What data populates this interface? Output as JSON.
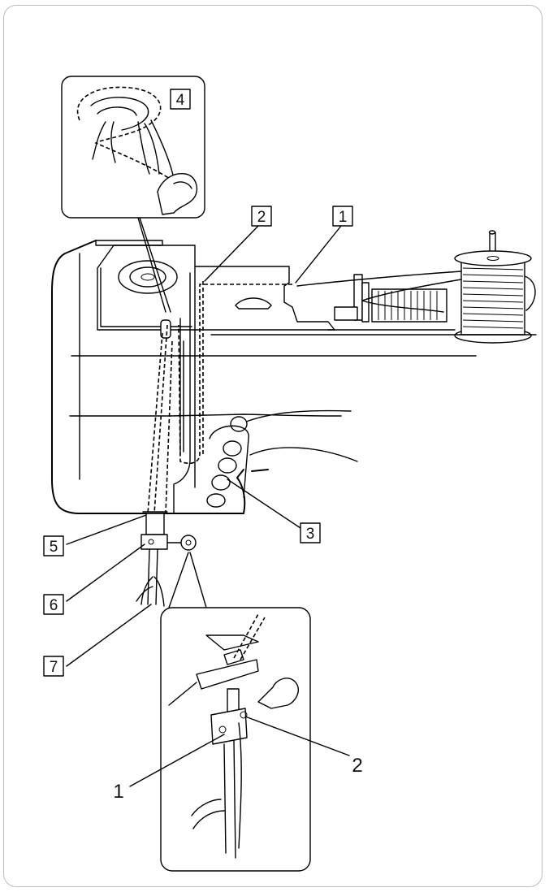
{
  "labels": {
    "box_1": "1",
    "box_2": "2",
    "box_3": "3",
    "box_4": "4",
    "box_5": "5",
    "box_6": "6",
    "box_7": "7",
    "detail_1": "1",
    "detail_2": "2"
  },
  "colors": {
    "line": "#000000",
    "frame": "#bcbcbc",
    "background": "#ffffff"
  }
}
